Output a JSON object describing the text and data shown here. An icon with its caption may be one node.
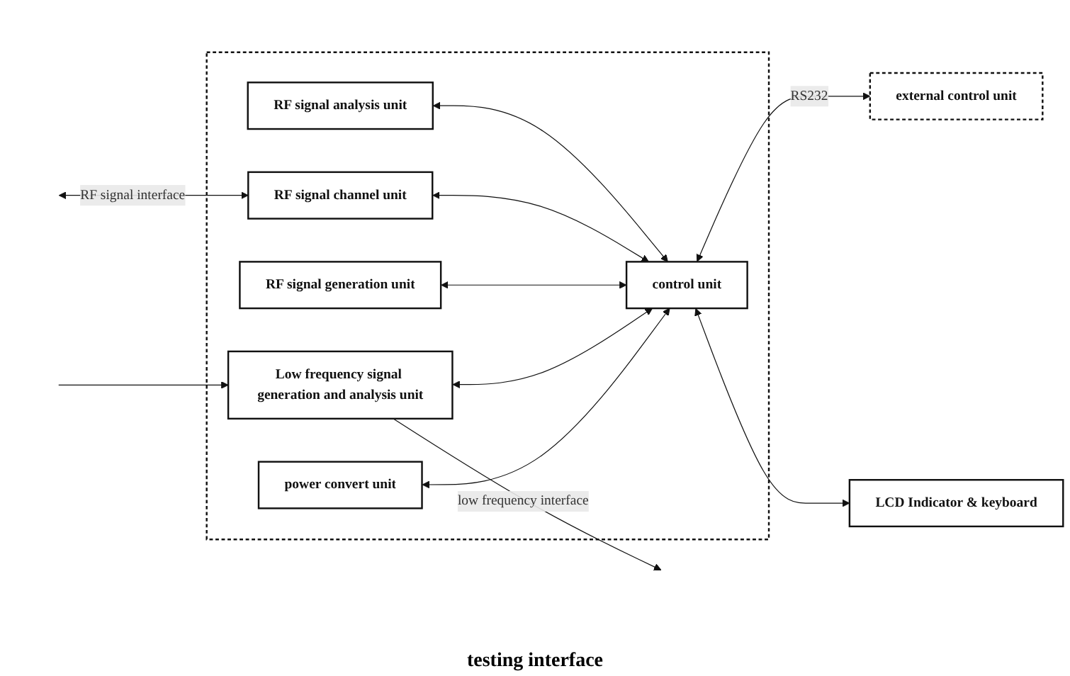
{
  "diagram": {
    "nodes": [
      {
        "text": [],
        "shape": "box"
      },
      {
        "text": [
          "power convert unit"
        ],
        "in": 0
      },
      {
        "text": [
          "Low frequency signal generation and analysis unit"
        ],
        "in": 0
      },
      {
        "text": [
          "RF signal generation unit"
        ],
        "in": 0
      },
      {
        "text": [
          "RF signal channel unit"
        ],
        "in": 0
      },
      {
        "text": [
          "RF signal analysis unit"
        ],
        "in": 0
      },
      {
        "text": [
          "control unit"
        ],
        "in": 0
      },
      {
        "text": [
          "external control unit"
        ]
      },
      {
        "text": [
          "LCD Indicator & keyboard"
        ]
      }
    ],
    "edges": [
      {
        "from": 1,
        "to": 6,
        "arrow": "both"
      },
      {
        "from": 2,
        "to": 6,
        "arrow": "both"
      },
      {
        "from": 3,
        "to": 6,
        "arrow": "both"
      },
      {
        "from": 4,
        "to": 6,
        "arrow": "both"
      },
      {
        "from": 5,
        "to": 6,
        "arrow": "both"
      },
      {
        "from": 6,
        "to": 7,
        "arrow": "both",
        "label": "RS232"
      },
      {
        "from": 6,
        "to": 8,
        "arrow": "both"
      },
      {
        "from": 2,
        "to": null,
        "arrow": "to",
        "label": "low frequency interface"
      },
      {
        "from": null,
        "to": 2,
        "arrow": "to"
      },
      {
        "from": null,
        "to": 4,
        "arrow": "both",
        "label": "RF signal interface"
      }
    ],
    "labels": [
      "testing interface"
    ]
  }
}
